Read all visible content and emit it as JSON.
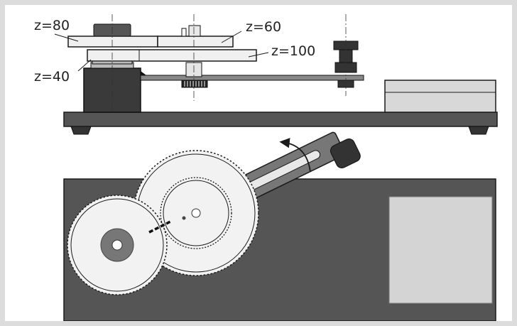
{
  "labels": {
    "gear_z80": "z=80",
    "gear_z60": "z=60",
    "gear_z100": "z=100",
    "gear_z40": "z=40"
  },
  "colors": {
    "background": "#dcdcdc",
    "panel": "#ffffff",
    "base_plate": "#555555",
    "gear_fill": "#f2f2f2",
    "motor": "#3a3a3a",
    "outline": "#1a1a1a"
  },
  "icons": [
    "rotation-arrow-icon"
  ]
}
